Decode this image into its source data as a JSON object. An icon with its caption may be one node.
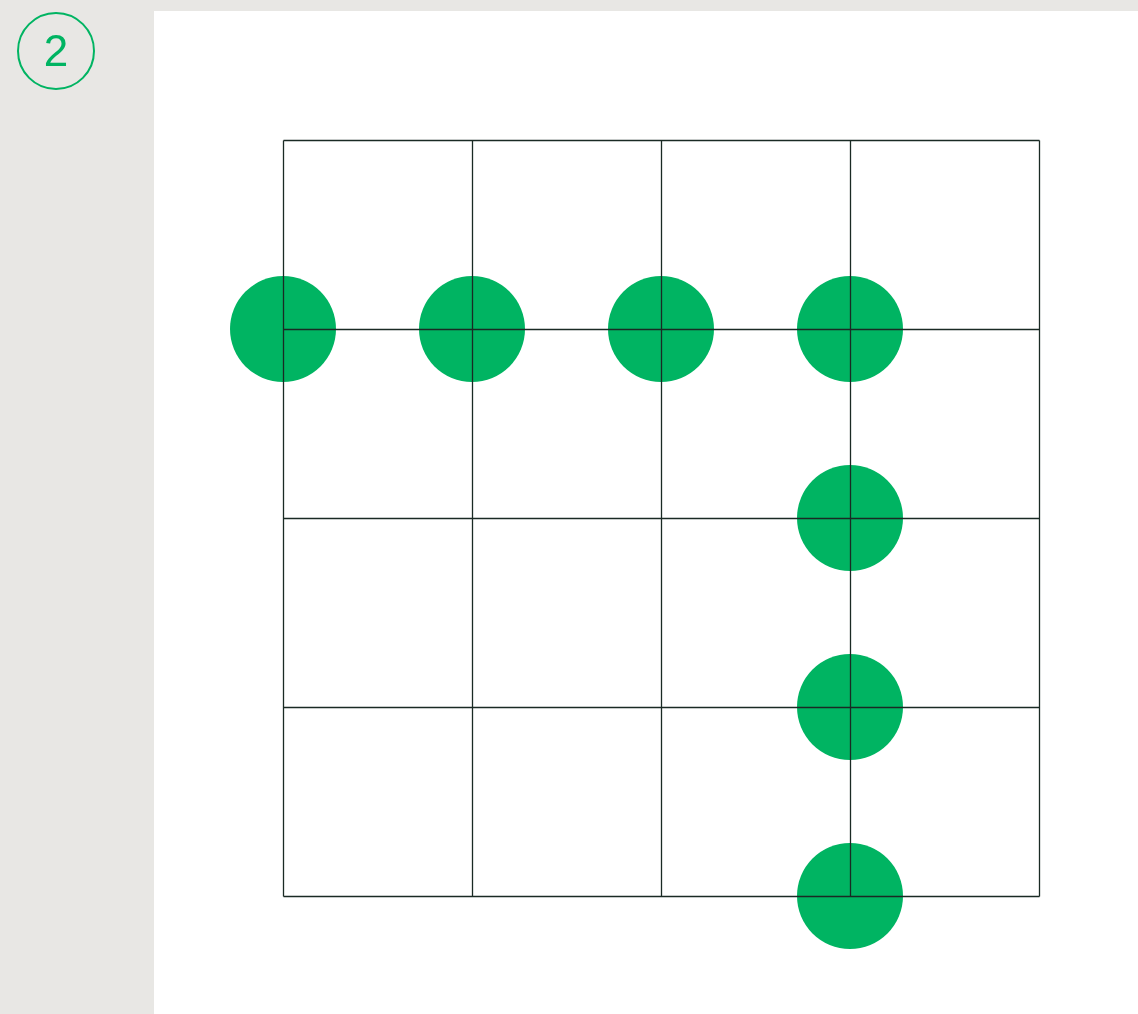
{
  "diagram": {
    "nodes": [
      {
        "text": [
          "2"
        ]
      },
      {
        "text": [],
        "shape": "circle"
      },
      {
        "text": [],
        "shape": "circle"
      },
      {
        "text": [],
        "shape": "circle"
      },
      {
        "text": [],
        "shape": "circle"
      },
      {
        "text": [],
        "shape": "circle"
      },
      {
        "text": [],
        "shape": "circle"
      },
      {
        "text": [],
        "shape": "circle"
      }
    ]
  }
}
